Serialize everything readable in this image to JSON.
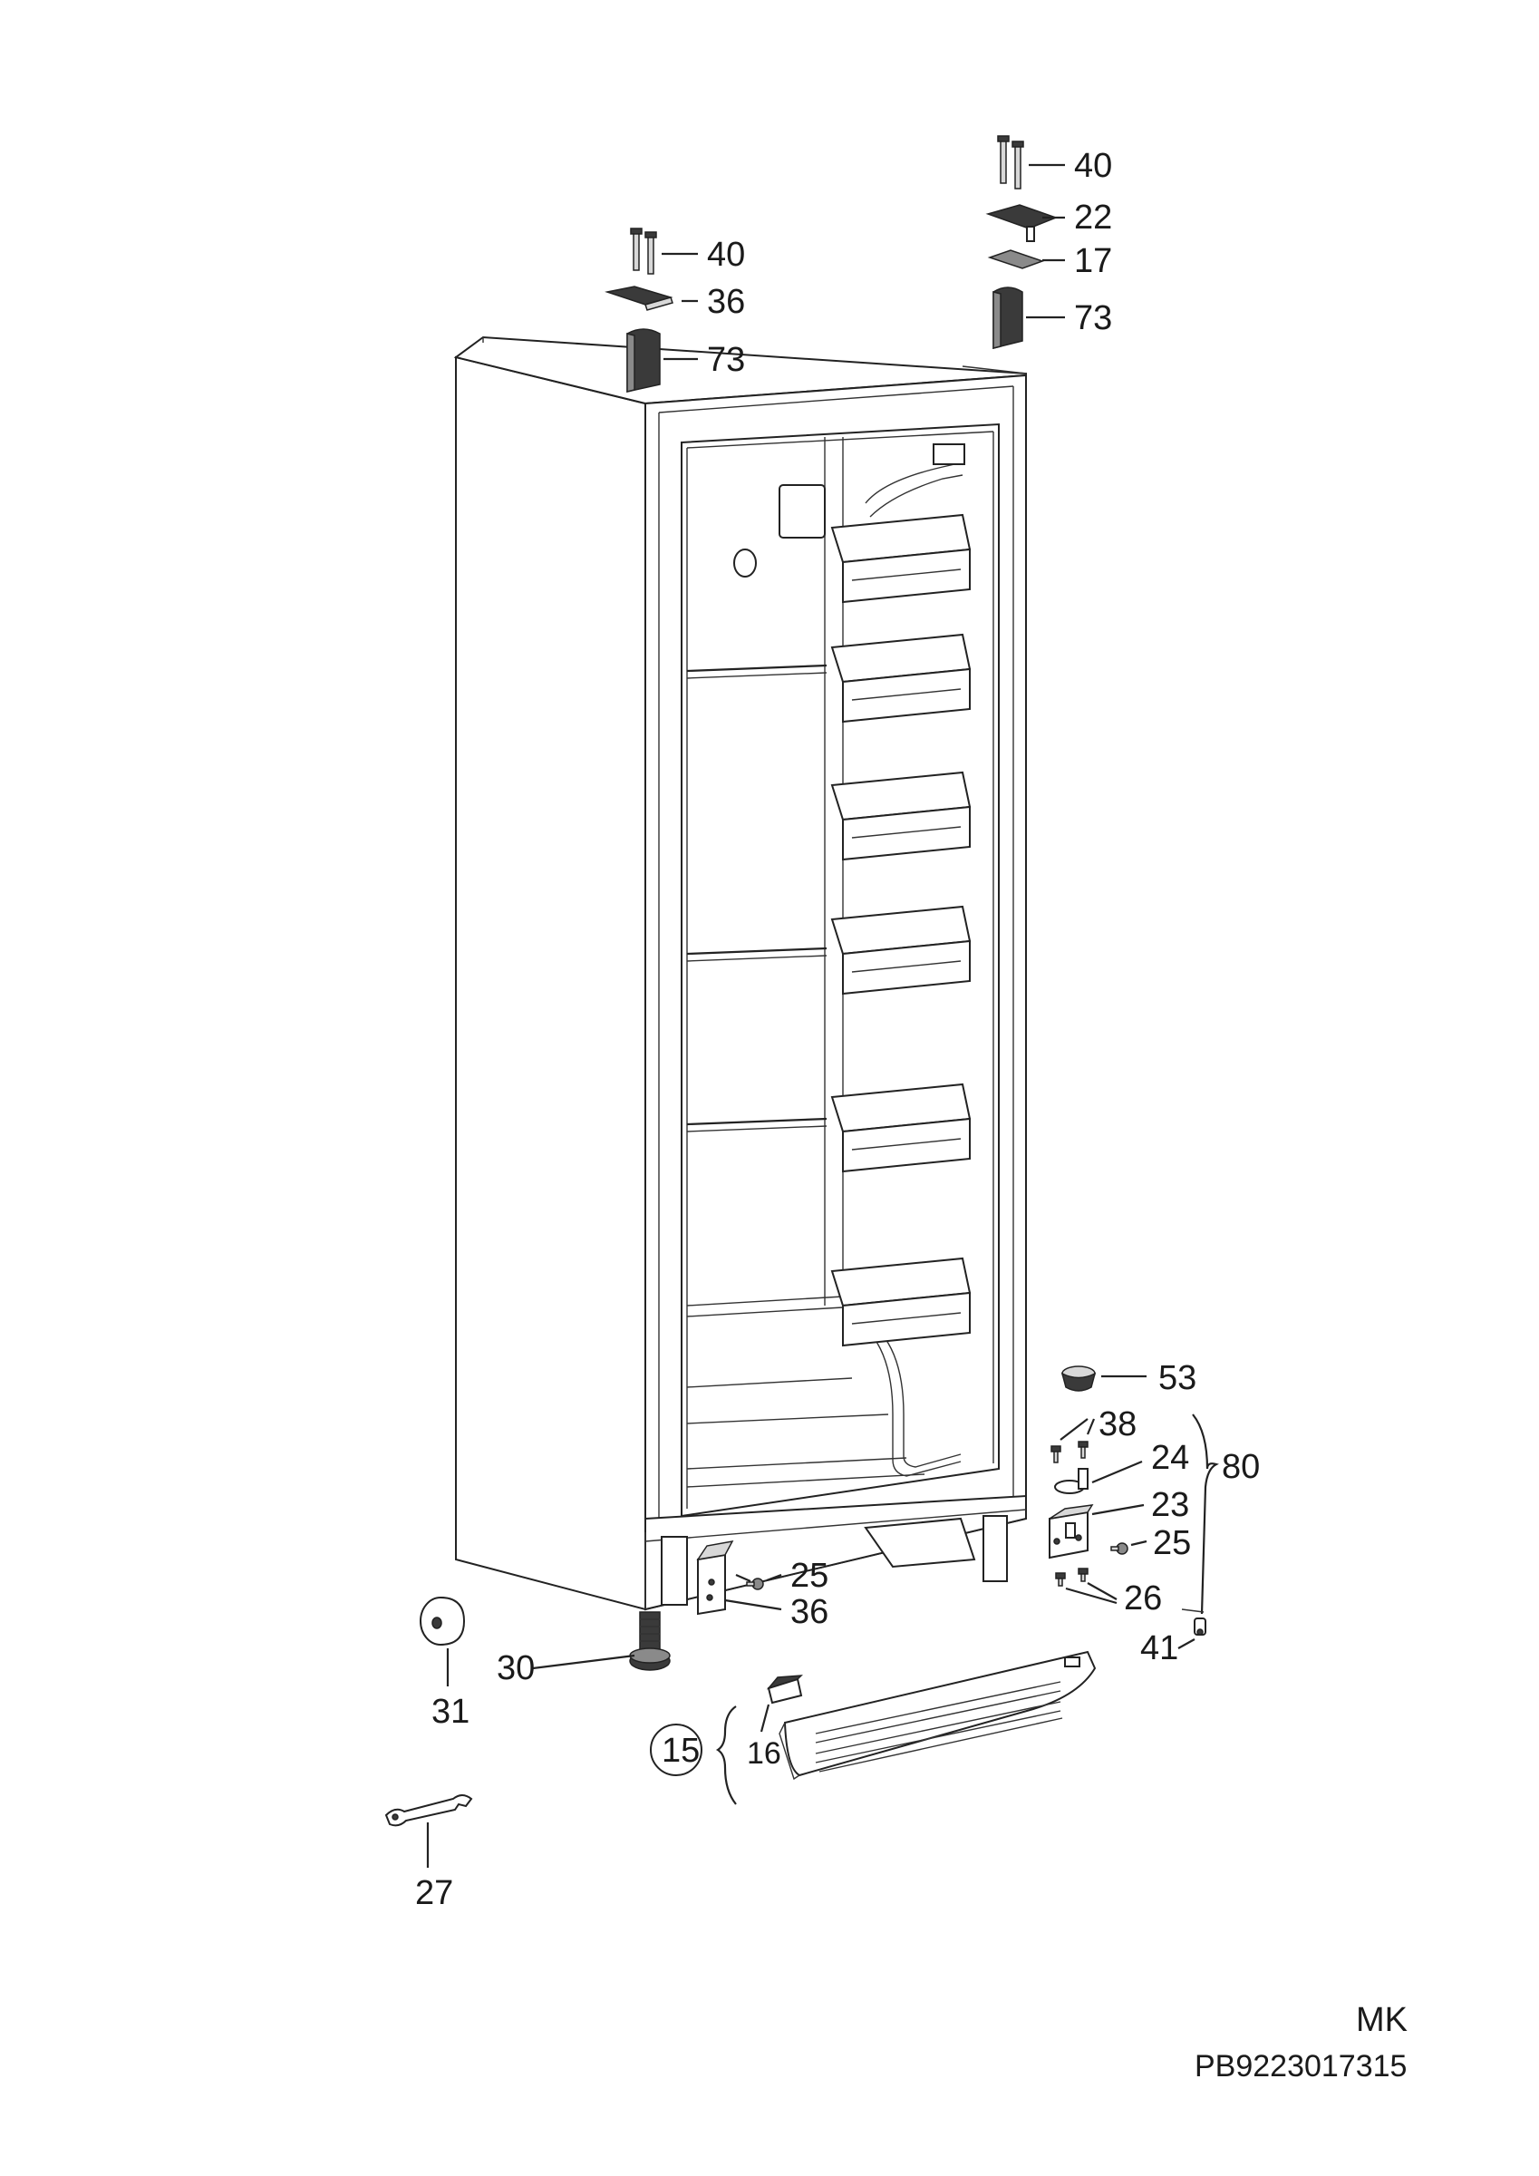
{
  "callouts": {
    "top_right": {
      "c40": "40",
      "c22": "22",
      "c17": "17",
      "c73": "73"
    },
    "top_left": {
      "c40": "40",
      "c36": "36",
      "c73": "73"
    },
    "hinge_right": {
      "c53": "53",
      "c38": "38",
      "c24": "24",
      "c80": "80",
      "c23": "23",
      "c25": "25",
      "c26": "26",
      "c41": "41"
    },
    "bottom_left": {
      "c25": "25",
      "c36": "36",
      "c30": "30",
      "c31": "31",
      "c27": "27"
    },
    "kick_plate": {
      "c15": "15",
      "c16": "16"
    }
  },
  "footer": {
    "variant": "MK",
    "code": "PB9223017315"
  }
}
